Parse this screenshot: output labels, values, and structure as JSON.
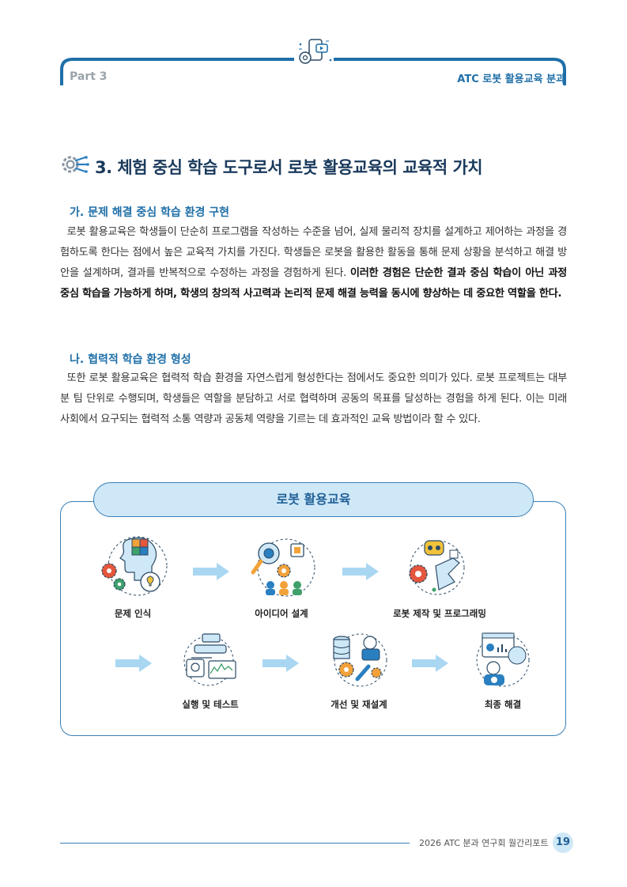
{
  "header": {
    "part": "Part 3",
    "section": "ATC 로봇 활용교육 분과"
  },
  "title": "3. 체험 중심 학습 도구로서 로봇 활용교육의 교육적 가치",
  "sections": [
    {
      "heading": "가. 문제 해결 중심 학습 환경 구현",
      "body": "로봇 활용교육은 학생들이 단순히 프로그램을 작성하는 수준을 넘어, 실제 물리적 장치를 설계하고 제어하는 과정을 경험하도록 한다는 점에서 높은 교육적 가치를 가진다. 학생들은 로봇을 활용한 활동을 통해 문제 상황을 분석하고 해결 방안을 설계하며, 결과를 반복적으로 수정하는 과정을 경험하게 된다. ",
      "bold": "이러한 경험은 단순한 결과 중심 학습이 아닌 과정 중심 학습을 가능하게 하며, 학생의 창의적 사고력과 논리적 문제 해결 능력을 동시에 향상하는 데 중요한 역할을 한다."
    },
    {
      "heading": "나. 협력적 학습 환경 형성",
      "body": "또한 로봇 활용교육은 협력적 학습 환경을 자연스럽게 형성한다는 점에서도 중요한 의미가 있다. 로봇 프로젝트는 대부분 팀 단위로 수행되며, 학생들은 역할을 분담하고 서로 협력하며 공동의 목표를 달성하는 경험을 하게 된다. 이는 미래 사회에서 요구되는 협력적 소통 역량과 공동체 역량을 기르는 데 효과적인 교육 방법이라 할 수 있다.",
      "bold": ""
    }
  ],
  "diagram": {
    "title": "로봇 활용교육",
    "steps": [
      {
        "label": "문제 인식",
        "icon": "problem-recognition-icon"
      },
      {
        "label": "아이디어 설계",
        "icon": "idea-design-icon"
      },
      {
        "label": "로봇 제작 및 프로그래밍",
        "icon": "robot-programming-icon"
      },
      {
        "label": "실행 및 테스트",
        "icon": "test-run-icon"
      },
      {
        "label": "개선 및 재설계",
        "icon": "redesign-icon"
      },
      {
        "label": "최종 해결",
        "icon": "final-solution-icon"
      }
    ]
  },
  "footer": {
    "report": "2026 ATC 분과 연구회 월간리포트",
    "page": "19"
  },
  "colors": {
    "accent": "#1f6fa8",
    "light": "#cfe8f7",
    "arrow": "#a9d7f2"
  }
}
